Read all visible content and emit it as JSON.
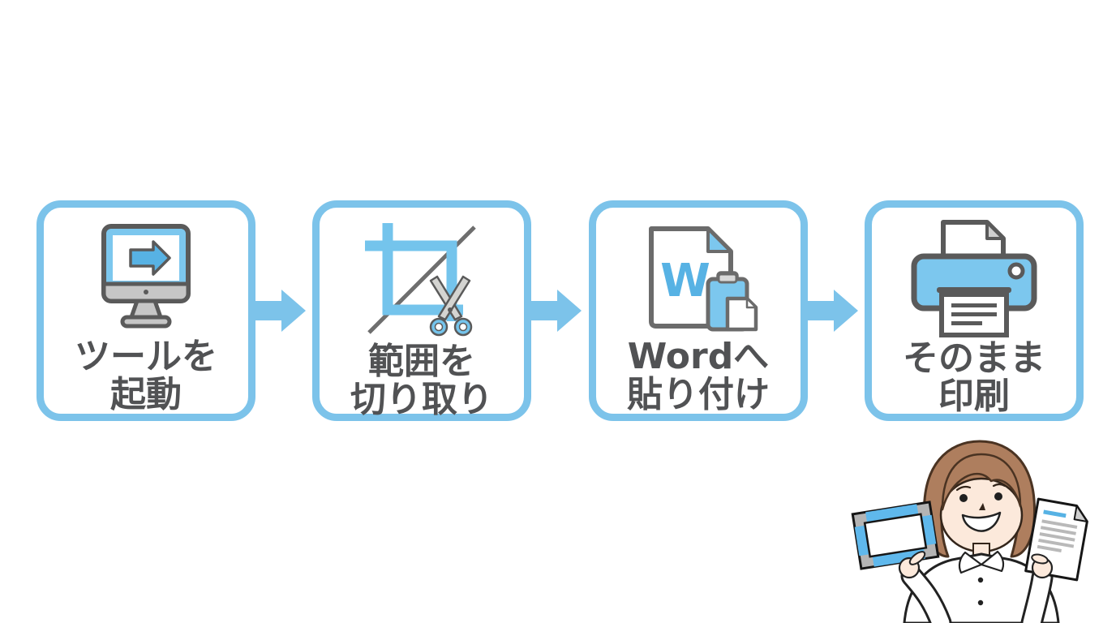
{
  "diagram": {
    "language": "ja",
    "background": "#FFFFFF",
    "colors": {
      "accent_blue": "#7CC3EA",
      "icon_blue_fill": "#7CC7EE",
      "deep_icon_blue": "#57B2E4",
      "outline_gray": "#5A5A5A",
      "text_gray": "#515254",
      "device_gray": "#C6C6C6"
    },
    "steps": [
      {
        "icon": "monitor-launch-icon",
        "line1": "ツールを",
        "line2": "起動"
      },
      {
        "icon": "crop-scissors-icon",
        "line1": "範囲を",
        "line2": "切り取り"
      },
      {
        "icon": "word-paste-icon",
        "line1": "Wordへ",
        "line2": "貼り付け",
        "icon_letter": "W"
      },
      {
        "icon": "printer-icon",
        "line1": "そのまま",
        "line2": "印刷"
      }
    ],
    "connectors": {
      "type": "arrow-right",
      "count": 3
    },
    "illustration": {
      "name": "woman-holding-screenshot-frame-and-document",
      "items": [
        "screenshot-frame",
        "printed-document"
      ]
    }
  }
}
